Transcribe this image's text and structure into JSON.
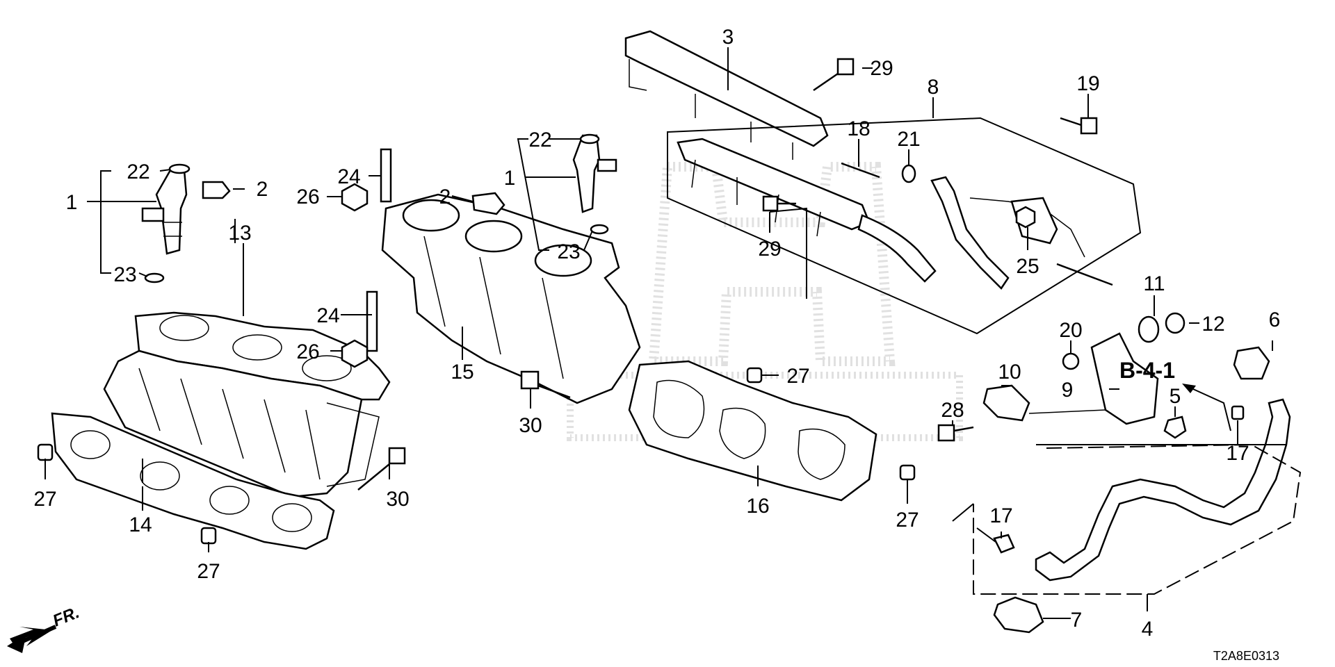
{
  "diagram": {
    "callouts": {
      "c1a": "1",
      "c2a": "2",
      "c22a": "22",
      "c23a": "23",
      "c13": "13",
      "c24a": "24",
      "c26a": "26",
      "c27a": "27",
      "c14": "14",
      "c27b": "27",
      "c30a": "30",
      "c24b": "24",
      "c26b": "26",
      "c2b": "2",
      "c22b": "22",
      "c1b": "1",
      "c23b": "23",
      "c15": "15",
      "c30b": "30",
      "c3": "3",
      "c29a": "29",
      "c18": "18",
      "c29b": "29",
      "c27c": "27",
      "c16": "16",
      "c27d": "27",
      "c8": "8",
      "c21": "21",
      "c19": "19",
      "c25": "25",
      "c11": "11",
      "c12": "12",
      "c20": "20",
      "c6": "6",
      "c10": "10",
      "c9": "9",
      "c28": "28",
      "c5": "5",
      "c17a": "17",
      "c17b": "17",
      "c7": "7",
      "c4": "4"
    },
    "reference": "B-4-1",
    "front_marker": "FR.",
    "diagram_code": "T2A8E0313"
  }
}
